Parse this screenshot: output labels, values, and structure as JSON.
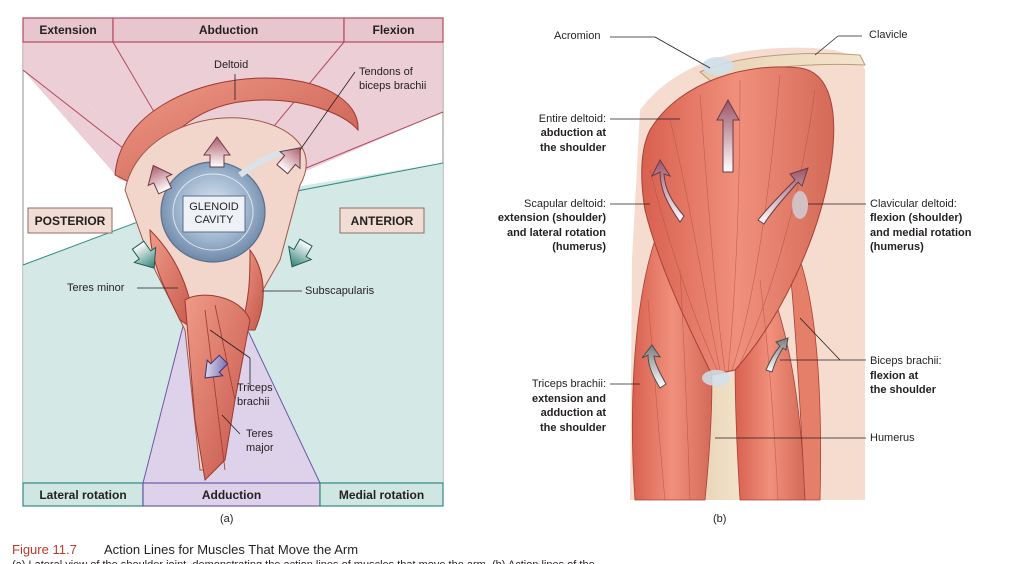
{
  "panel_a": {
    "top_labels": {
      "extension": "Extension",
      "abduction": "Abduction",
      "flexion": "Flexion"
    },
    "bottom_labels": {
      "lateral_rotation": "Lateral rotation",
      "adduction": "Adduction",
      "medial_rotation": "Medial rotation"
    },
    "posterior": "POSTERIOR",
    "anterior": "ANTERIOR",
    "glenoid_line1": "GLENOID",
    "glenoid_line2": "CAVITY",
    "deltoid": "Deltoid",
    "tendons_line1": "Tendons of",
    "tendons_line2": "biceps brachii",
    "teres_minor": "Teres minor",
    "subscapularis": "Subscapularis",
    "triceps_line1": "Triceps",
    "triceps_line2": "brachii",
    "teres_major_line1": "Teres",
    "teres_major_line2": "major",
    "sub_label": "(a)"
  },
  "panel_b": {
    "acromion": "Acromion",
    "clavicle": "Clavicle",
    "entire_deltoid": {
      "line1": "Entire deltoid:",
      "line2": "abduction at",
      "line3": "the shoulder"
    },
    "scapular_deltoid": {
      "line1": "Scapular deltoid:",
      "line2": "extension (shoulder)",
      "line3": "and lateral rotation",
      "line4": "(humerus)"
    },
    "clavicular_deltoid": {
      "line1": "Clavicular deltoid:",
      "line2": "flexion (shoulder)",
      "line3": "and medial rotation",
      "line4": "(humerus)"
    },
    "biceps": {
      "line1": "Biceps brachii:",
      "line2": "flexion at",
      "line3": "the shoulder"
    },
    "triceps": {
      "line1": "Triceps brachii:",
      "line2": "extension and",
      "line3": "adduction at",
      "line4": "the shoulder"
    },
    "humerus": "Humerus",
    "sub_label": "(b)"
  },
  "figure": {
    "number": "Figure 11.7",
    "title": "Action Lines for Muscles That Move the Arm",
    "caption": "(a) Lateral view of the shoulder joint, demonstrating the action lines of muscles that move the arm. (b) Action lines of the"
  },
  "colors": {
    "pink_band": "#e8c6cf",
    "pink_band_border": "#b5495e",
    "teal_band": "#cfe6e2",
    "teal_band_border": "#2f8c80",
    "lavender_band": "#ddd2ea",
    "lavender_band_border": "#6a5aa8",
    "muscle": "#e07a6a",
    "muscle_dark": "#b84a3e",
    "label_box": "#f1ddd3",
    "figure_red": "#c0392b"
  }
}
